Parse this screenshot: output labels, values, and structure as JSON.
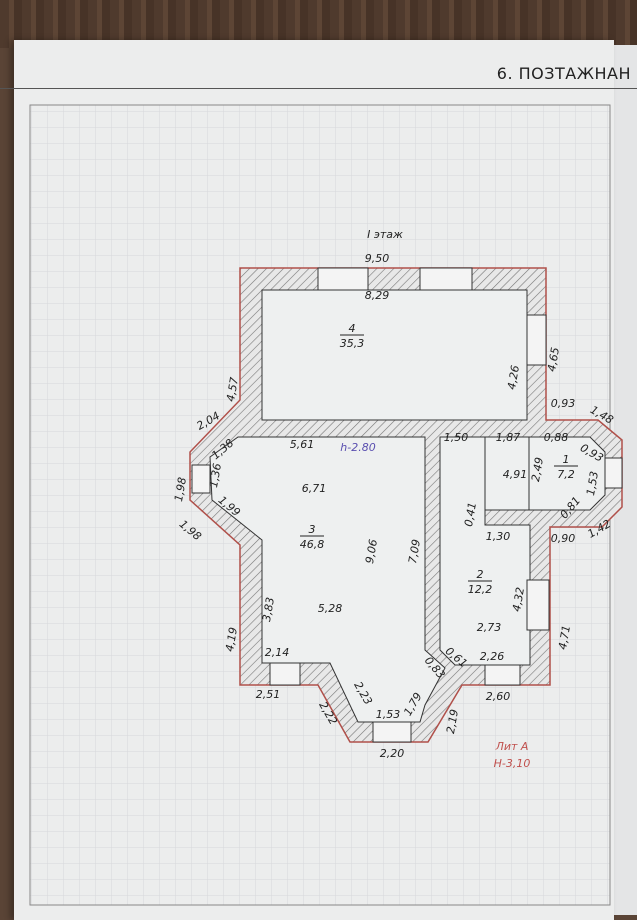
{
  "header": {
    "section_title": "6. ПОЗТАЖН",
    "overflow_text": "АН"
  },
  "plan": {
    "floor_title": "I этаж",
    "ceiling_height": "h-2.80",
    "litera": "Лит А",
    "building_height": "Н-3,10",
    "rooms": [
      {
        "number": "4",
        "area": "35,3"
      },
      {
        "number": "3",
        "area": "46,8"
      },
      {
        "number": "2",
        "area": "12,2"
      },
      {
        "number": "1",
        "area": "7,2"
      }
    ],
    "dimensions": [
      "9,50",
      "8,29",
      "4,57",
      "4,26",
      "4,65",
      "0,93",
      "1,48",
      "2,04",
      "5,61",
      "1,50",
      "1,87",
      "0,88",
      "0,93",
      "1,38",
      "1,36",
      "1,98",
      "6,71",
      "4,91",
      "2,49",
      "1,53",
      "1,99",
      "0,81",
      "1,98",
      "0,41",
      "1,30",
      "0,90",
      "1,42",
      "9,06",
      "7,09",
      "4,32",
      "3,83",
      "5,28",
      "4,19",
      "4,71",
      "2,73",
      "2,14",
      "0,61",
      "2,26",
      "0,83",
      "2,51",
      "2,23",
      "2,22",
      "1,79",
      "1,53",
      "2,60",
      "2,19",
      "2,20"
    ],
    "colors": {
      "wall_outline": "#b0504a",
      "hatch": "#777777",
      "annotation_red": "#c0504d",
      "annotation_blue": "#5a4fb0"
    }
  }
}
